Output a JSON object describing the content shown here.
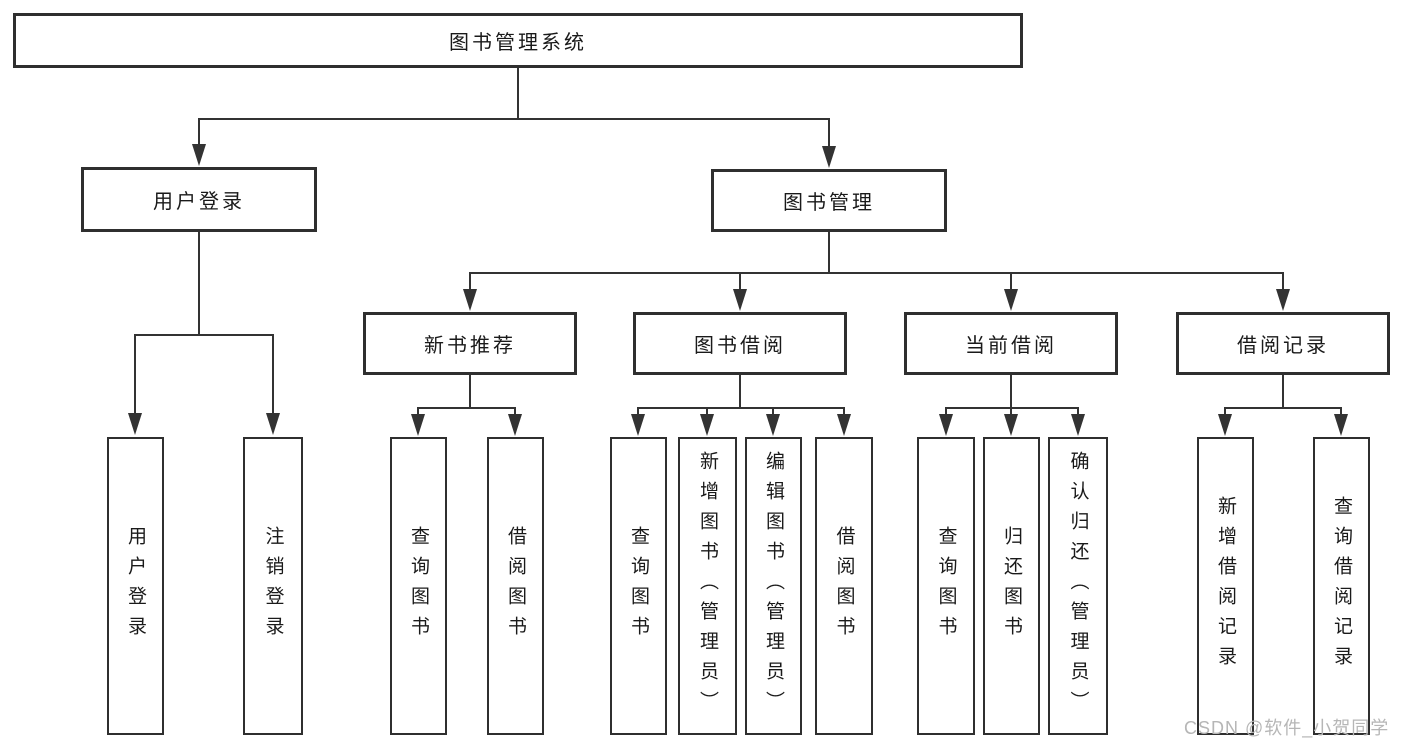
{
  "tree": {
    "root": {
      "label": "图书管理系统"
    },
    "branches": [
      {
        "label": "用户登录",
        "children": [
          {
            "label": "用户登录"
          },
          {
            "label": "注销登录"
          }
        ]
      },
      {
        "label": "图书管理",
        "children": [
          {
            "label": "新书推荐",
            "children": [
              {
                "label": "查询图书"
              },
              {
                "label": "借阅图书"
              }
            ]
          },
          {
            "label": "图书借阅",
            "children": [
              {
                "label": "查询图书"
              },
              {
                "label": "新增图书（管理员）"
              },
              {
                "label": "编辑图书（管理员）"
              },
              {
                "label": "借阅图书"
              }
            ]
          },
          {
            "label": "当前借阅",
            "children": [
              {
                "label": "查询图书"
              },
              {
                "label": "归还图书"
              },
              {
                "label": "确认归还（管理员）"
              }
            ]
          },
          {
            "label": "借阅记录",
            "children": [
              {
                "label": "新增借阅记录"
              },
              {
                "label": "查询借阅记录"
              }
            ]
          }
        ]
      }
    ]
  },
  "watermark": {
    "text": "CSDN @软件_小贺同学"
  },
  "colors": {
    "line": "#333333",
    "box_border": "#2f2f2f",
    "box_background": "#ffffff",
    "text": "#1a1a1a",
    "watermark_text": "#b6b6b6",
    "page_background": "#ffffff"
  }
}
